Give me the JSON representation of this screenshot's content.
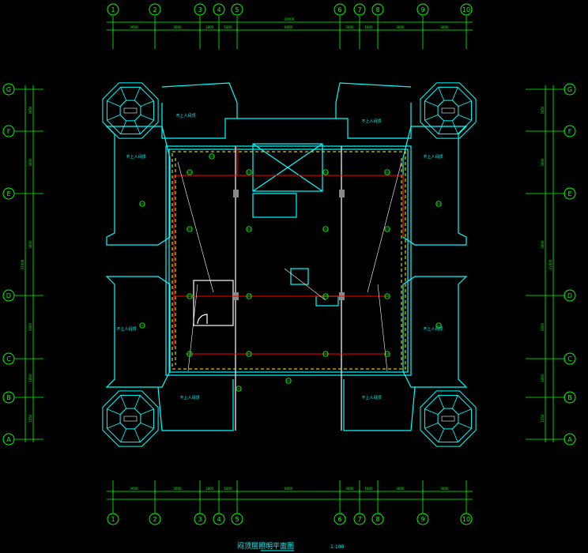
{
  "drawing": {
    "title": "闷顶层照明平面图",
    "scale": "1:100",
    "colors": {
      "background": "#000000",
      "grid": "#00ff00",
      "wall": "#00ffff",
      "circuit": "#ff0000",
      "structure": "#ffffff",
      "dashed": "#ffff00",
      "label": "#00ffff"
    }
  },
  "grid": {
    "columns": [
      "1",
      "2",
      "3",
      "4",
      "5",
      "6",
      "7",
      "8",
      "9",
      "10"
    ],
    "rows": [
      "G",
      "F",
      "E",
      "D",
      "C",
      "B",
      "A"
    ]
  },
  "dimensions": {
    "top": [
      "3600",
      "3600",
      "1800",
      "1800",
      "6600",
      "3600",
      "1800",
      "3600",
      "3600"
    ],
    "bottom": [
      "3600",
      "3600",
      "1800",
      "1800",
      "6600",
      "3600",
      "1800",
      "3600",
      "3600"
    ],
    "top_total": "29400",
    "left": [
      "3450",
      "3600",
      "3600",
      "3600",
      "1800",
      "2250"
    ],
    "right": [
      "3450",
      "3600",
      "3600",
      "3600",
      "1800",
      "2250"
    ],
    "side_total": "21000"
  },
  "rooms": [
    "不上人闷顶",
    "不上人闷顶",
    "不上人闷顶",
    "不上人闷顶",
    "不上人闷顶",
    "不上人闷顶",
    "不上人闷顶",
    "不上人闷顶"
  ]
}
